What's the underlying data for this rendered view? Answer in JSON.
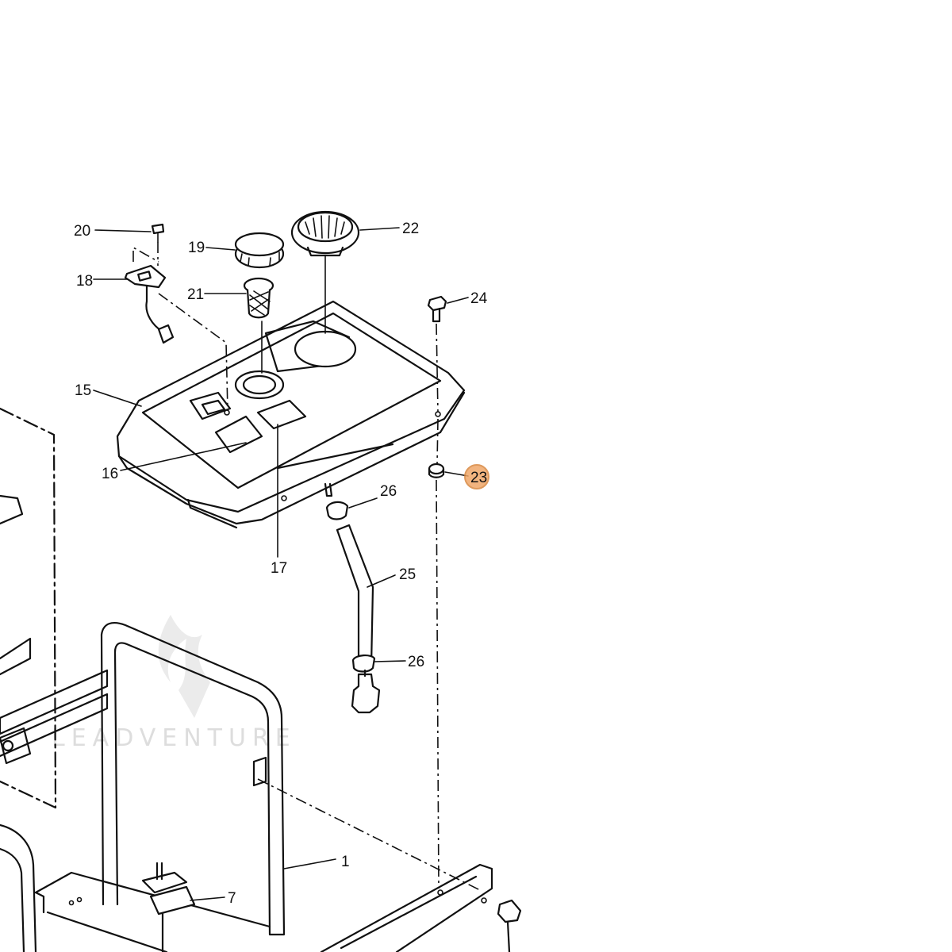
{
  "watermark": "LEADVENTURE",
  "highlight": {
    "part": "23",
    "color": "#f0a869"
  },
  "callouts": [
    {
      "id": "1",
      "text": "1"
    },
    {
      "id": "7",
      "text": "7"
    },
    {
      "id": "15",
      "text": "15"
    },
    {
      "id": "16",
      "text": "16"
    },
    {
      "id": "17",
      "text": "17"
    },
    {
      "id": "18",
      "text": "18"
    },
    {
      "id": "19",
      "text": "19"
    },
    {
      "id": "20",
      "text": "20"
    },
    {
      "id": "21",
      "text": "21"
    },
    {
      "id": "22",
      "text": "22"
    },
    {
      "id": "23",
      "text": "23"
    },
    {
      "id": "24",
      "text": "24"
    },
    {
      "id": "25",
      "text": "25"
    },
    {
      "id": "26a",
      "text": "26"
    },
    {
      "id": "26b",
      "text": "26"
    }
  ]
}
